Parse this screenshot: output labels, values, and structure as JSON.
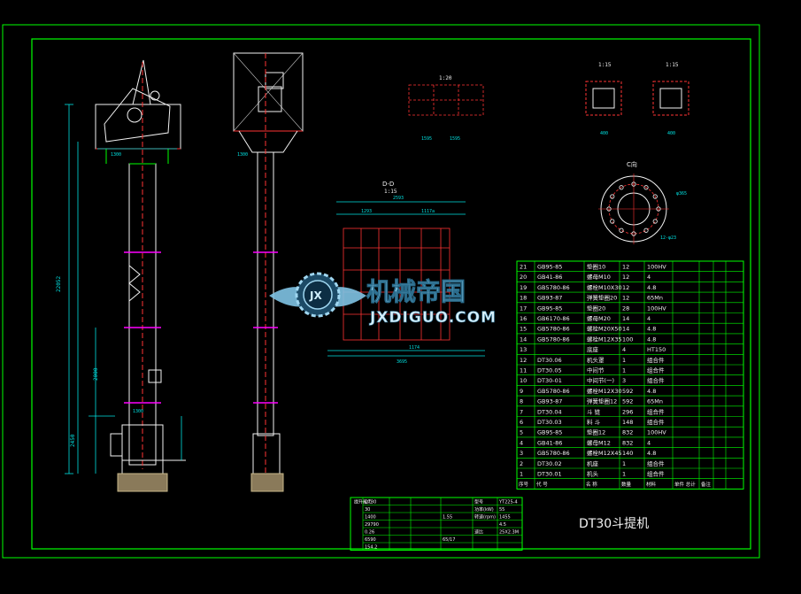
{
  "watermark": {
    "title_cn": "机械帝国",
    "domain": "JXDIGUO.COM",
    "logo_letters": "JX"
  },
  "drawing": {
    "title": "DT30斗提机",
    "colors": {
      "background": "#000000",
      "frame": "#00ff00",
      "line": "#00ff00",
      "detail": "#ff3333",
      "accent": "#ff00ff",
      "dimension": "#00e0e0",
      "text": "#f2f2f2",
      "logo": "#9fd6f0"
    },
    "section_label": "D-D",
    "section_scale": "1:15",
    "detail_label": "C向",
    "view_a_label": "1:15",
    "view_b_label": "1:15",
    "plan_label": "1:20",
    "dims": {
      "overall_width": "3695",
      "top_width": "2593",
      "seg_1": "1293",
      "seg_2": "1117a",
      "seg_3": "1174",
      "plate_width": "400",
      "plate_width_b": "400",
      "holes": "12-φ23",
      "pitch_diameter": "φ365",
      "plan_a": "1595",
      "plan_b": "1595",
      "left_height": "22052",
      "left_seg": "2000",
      "left_bottom": "2450",
      "base_width": "1300",
      "base_width_b": "1300",
      "head_width": "1300"
    }
  },
  "bom": {
    "rows": [
      {
        "no": "21",
        "code": "GB95-85",
        "name": "垫圈10",
        "qty": "12",
        "mat": "100HV"
      },
      {
        "no": "20",
        "code": "GB41-86",
        "name": "螺母M10",
        "qty": "12",
        "mat": "4"
      },
      {
        "no": "19",
        "code": "GB5780-86",
        "name": "螺栓M10X30",
        "qty": "12",
        "mat": "4.8"
      },
      {
        "no": "18",
        "code": "GB93-87",
        "name": "弹簧垫圈20",
        "qty": "12",
        "mat": "65Mn"
      },
      {
        "no": "17",
        "code": "GB95-85",
        "name": "垫圈20",
        "qty": "28",
        "mat": "100HV"
      },
      {
        "no": "16",
        "code": "GB6170-86",
        "name": "螺母M20",
        "qty": "14",
        "mat": "4"
      },
      {
        "no": "15",
        "code": "GB5780-86",
        "name": "螺栓M20X50",
        "qty": "14",
        "mat": "4.8"
      },
      {
        "no": "14",
        "code": "GB5780-86",
        "name": "螺栓M12X35",
        "qty": "100",
        "mat": "4.8"
      },
      {
        "no": "13",
        "code": "",
        "name": "底座",
        "qty": "4",
        "mat": "HT150"
      },
      {
        "no": "12",
        "code": "DT30.06",
        "name": "机头罩",
        "qty": "1",
        "mat": "组合件"
      },
      {
        "no": "11",
        "code": "DT30.05",
        "name": "中间节",
        "qty": "1",
        "mat": "组合件"
      },
      {
        "no": "10",
        "code": "DT30-01",
        "name": "中间节(一)",
        "qty": "3",
        "mat": "组合件"
      },
      {
        "no": "9",
        "code": "GB5780-86",
        "name": "螺栓M12X30",
        "qty": "592",
        "mat": "4.8"
      },
      {
        "no": "8",
        "code": "GB93-87",
        "name": "弹簧垫圈12",
        "qty": "592",
        "mat": "65Mn"
      },
      {
        "no": "7",
        "code": "DT30.04",
        "name": "斗 链",
        "qty": "296",
        "mat": "组合件"
      },
      {
        "no": "6",
        "code": "DT30.03",
        "name": "料 斗",
        "qty": "148",
        "mat": "组合件"
      },
      {
        "no": "5",
        "code": "GB95-85",
        "name": "垫圈12",
        "qty": "832",
        "mat": "100HV"
      },
      {
        "no": "4",
        "code": "GB41-86",
        "name": "螺母M12",
        "qty": "832",
        "mat": "4"
      },
      {
        "no": "3",
        "code": "GB5780-86",
        "name": "螺栓M12X45",
        "qty": "140",
        "mat": "4.8"
      },
      {
        "no": "2",
        "code": "DT30.02",
        "name": "机座",
        "qty": "1",
        "mat": "组合件"
      },
      {
        "no": "1",
        "code": "DT30.01",
        "name": "机头",
        "qty": "1",
        "mat": "组合件"
      }
    ],
    "header": {
      "no": "序号",
      "code": "代 号",
      "name": "名 称",
      "qty": "数量",
      "mat": "材料",
      "mass": "单件 总计",
      "note": "备注"
    }
  },
  "specs": {
    "rows": [
      [
        "提升能力",
        "DT30",
        "型号",
        "YT225-4"
      ],
      [
        "",
        "30",
        "功率(kW)",
        "55"
      ],
      [
        "",
        "1400",
        "转速(rpm)",
        "1455"
      ],
      [
        "",
        "29790",
        "",
        "4.5"
      ],
      [
        "",
        "0.26",
        "速比",
        "25X2.3M"
      ],
      [
        "",
        "6590",
        "",
        ""
      ],
      [
        "",
        "154.2",
        "",
        ""
      ]
    ],
    "mid_values": [
      "1.55",
      "65/17"
    ]
  }
}
